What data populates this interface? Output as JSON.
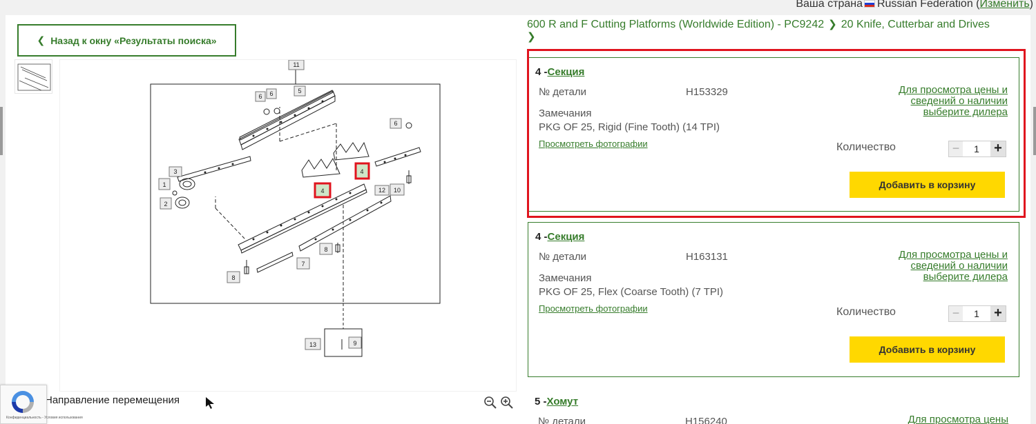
{
  "topbar": {
    "country_label": "Ваша страна",
    "country_name": "Russian Federation",
    "change_link": "Изменить"
  },
  "back_button": "Назад к окну «Результаты поиска»",
  "breadcrumb": [
    "600 R and F Cutting Platforms (Worldwide Edition) - PC9242",
    "20 Knife, Cutterbar and Drives"
  ],
  "diagram": {
    "callouts": [
      "1",
      "2",
      "3",
      "4",
      "4",
      "5",
      "6",
      "6",
      "6",
      "7",
      "8",
      "8",
      "9",
      "10",
      "11",
      "12",
      "13"
    ],
    "nav_label": "Направление перемещения"
  },
  "recaptcha_text": "Конфиденциальность - Условия использования",
  "parts": [
    {
      "number": "4",
      "name": "Секция",
      "part_label": "№ детали",
      "part_no": "H153329",
      "notes_label": "Замечания",
      "notes": "PKG OF 25, Rigid (Fine Tooth) (14 TPI)",
      "photos": "Просмотреть фотографии",
      "price_link": "Для просмотра цены и сведений о наличии выберите дилера",
      "qty_label": "Количество",
      "qty": "1",
      "add_button": "Добавить в корзину"
    },
    {
      "number": "4",
      "name": "Секция",
      "part_label": "№ детали",
      "part_no": "H163131",
      "notes_label": "Замечания",
      "notes": "PKG OF 25, Flex (Coarse Tooth) (7 TPI)",
      "photos": "Просмотреть фотографии",
      "price_link": "Для просмотра цены и сведений о наличии выберите дилера",
      "qty_label": "Количество",
      "qty": "1",
      "add_button": "Добавить в корзину"
    },
    {
      "number": "5",
      "name": "Хомут",
      "part_label": "№ детали",
      "part_no": "H156240",
      "price_link": "Для просмотра цены"
    }
  ],
  "colors": {
    "brand_green": "#367c2b",
    "highlight_red": "#e0141e",
    "cart_yellow": "#ffd800"
  }
}
